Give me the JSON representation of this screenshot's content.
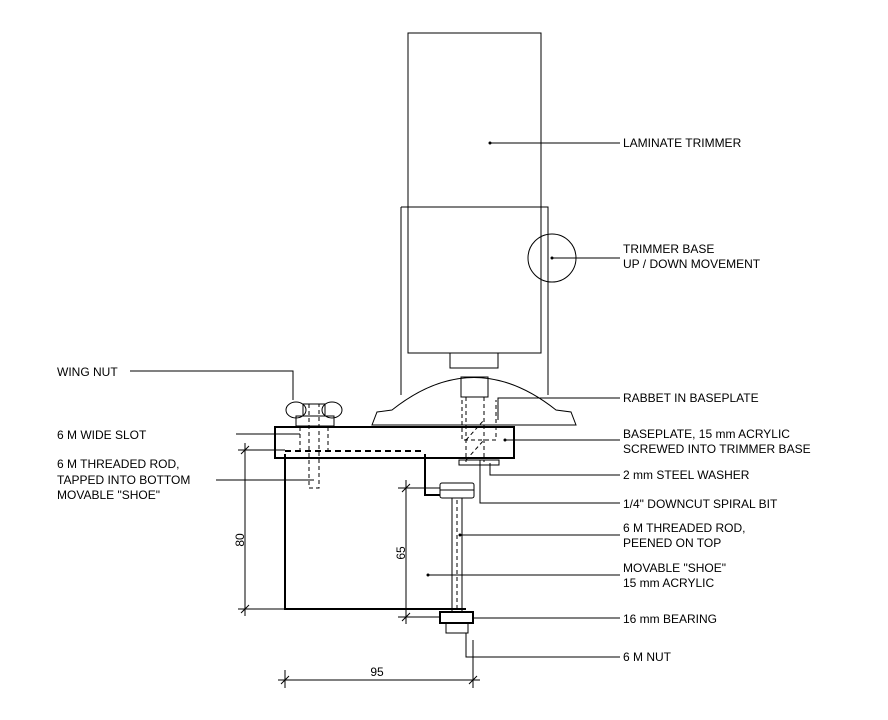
{
  "labels": {
    "laminate_trimmer": "LAMINATE TRIMMER",
    "trimmer_base_1": "TRIMMER BASE",
    "trimmer_base_2": "UP / DOWN MOVEMENT",
    "wing_nut": "WING NUT",
    "rabbet": "RABBET IN BASEPLATE",
    "wide_slot": "6 M WIDE SLOT",
    "baseplate_1": "BASEPLATE, 15 mm ACRYLIC",
    "baseplate_2": "SCREWED INTO TRIMMER BASE",
    "threaded_rod_bottom_1": "6 M THREADED ROD,",
    "threaded_rod_bottom_2": "TAPPED INTO BOTTOM",
    "threaded_rod_bottom_3": "MOVABLE \"SHOE\"",
    "washer": "2 mm STEEL WASHER",
    "spiral_bit": "1/4\" DOWNCUT SPIRAL BIT",
    "threaded_rod_peened_1": "6 M THREADED ROD,",
    "threaded_rod_peened_2": "PEENED ON TOP",
    "shoe_1": "MOVABLE \"SHOE\"",
    "shoe_2": "15 mm ACRYLIC",
    "bearing": "16 mm BEARING",
    "nut": "6 M NUT"
  },
  "dimensions": {
    "height_total": "80",
    "height_rod": "65",
    "width": "95"
  }
}
